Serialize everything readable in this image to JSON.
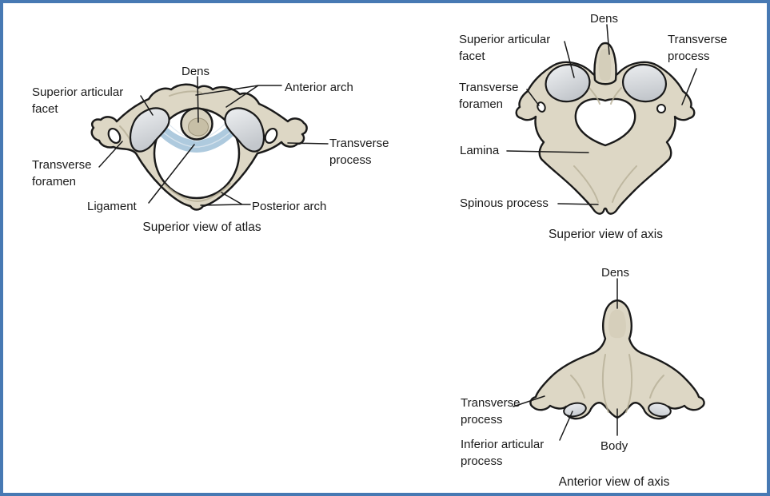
{
  "figure": {
    "type": "anatomical-diagram",
    "subject": "Atlas and axis cervical vertebrae"
  },
  "colors": {
    "border": "#4779b3",
    "background": "#ffffff",
    "bone": "#ddd7c5",
    "bone_shade": "#c6bda4",
    "facet_light": "#eef0f2",
    "facet_gray": "#c3c7cc",
    "ligament": "#aecade",
    "ligament_striation": "#dae6ee",
    "outline": "#1a1a1a"
  },
  "atlas": {
    "caption": "Superior view of atlas",
    "labels": {
      "dens": "Dens",
      "superior_articular_facet": "Superior articular facet",
      "anterior_arch": "Anterior arch",
      "transverse_process": "Transverse process",
      "transverse_foramen": "Transverse foramen",
      "ligament": "Ligament",
      "posterior_arch": "Posterior arch"
    }
  },
  "axis_superior": {
    "caption": "Superior view of axis",
    "labels": {
      "dens": "Dens",
      "superior_articular_facet": "Superior articular facet",
      "transverse_process": "Transverse process",
      "transverse_foramen": "Transverse foramen",
      "lamina": "Lamina",
      "spinous_process": "Spinous process"
    }
  },
  "axis_anterior": {
    "caption": "Anterior view of axis",
    "labels": {
      "dens": "Dens",
      "transverse_process": "Transverse process",
      "inferior_articular_process": "Inferior articular process",
      "body": "Body"
    }
  }
}
